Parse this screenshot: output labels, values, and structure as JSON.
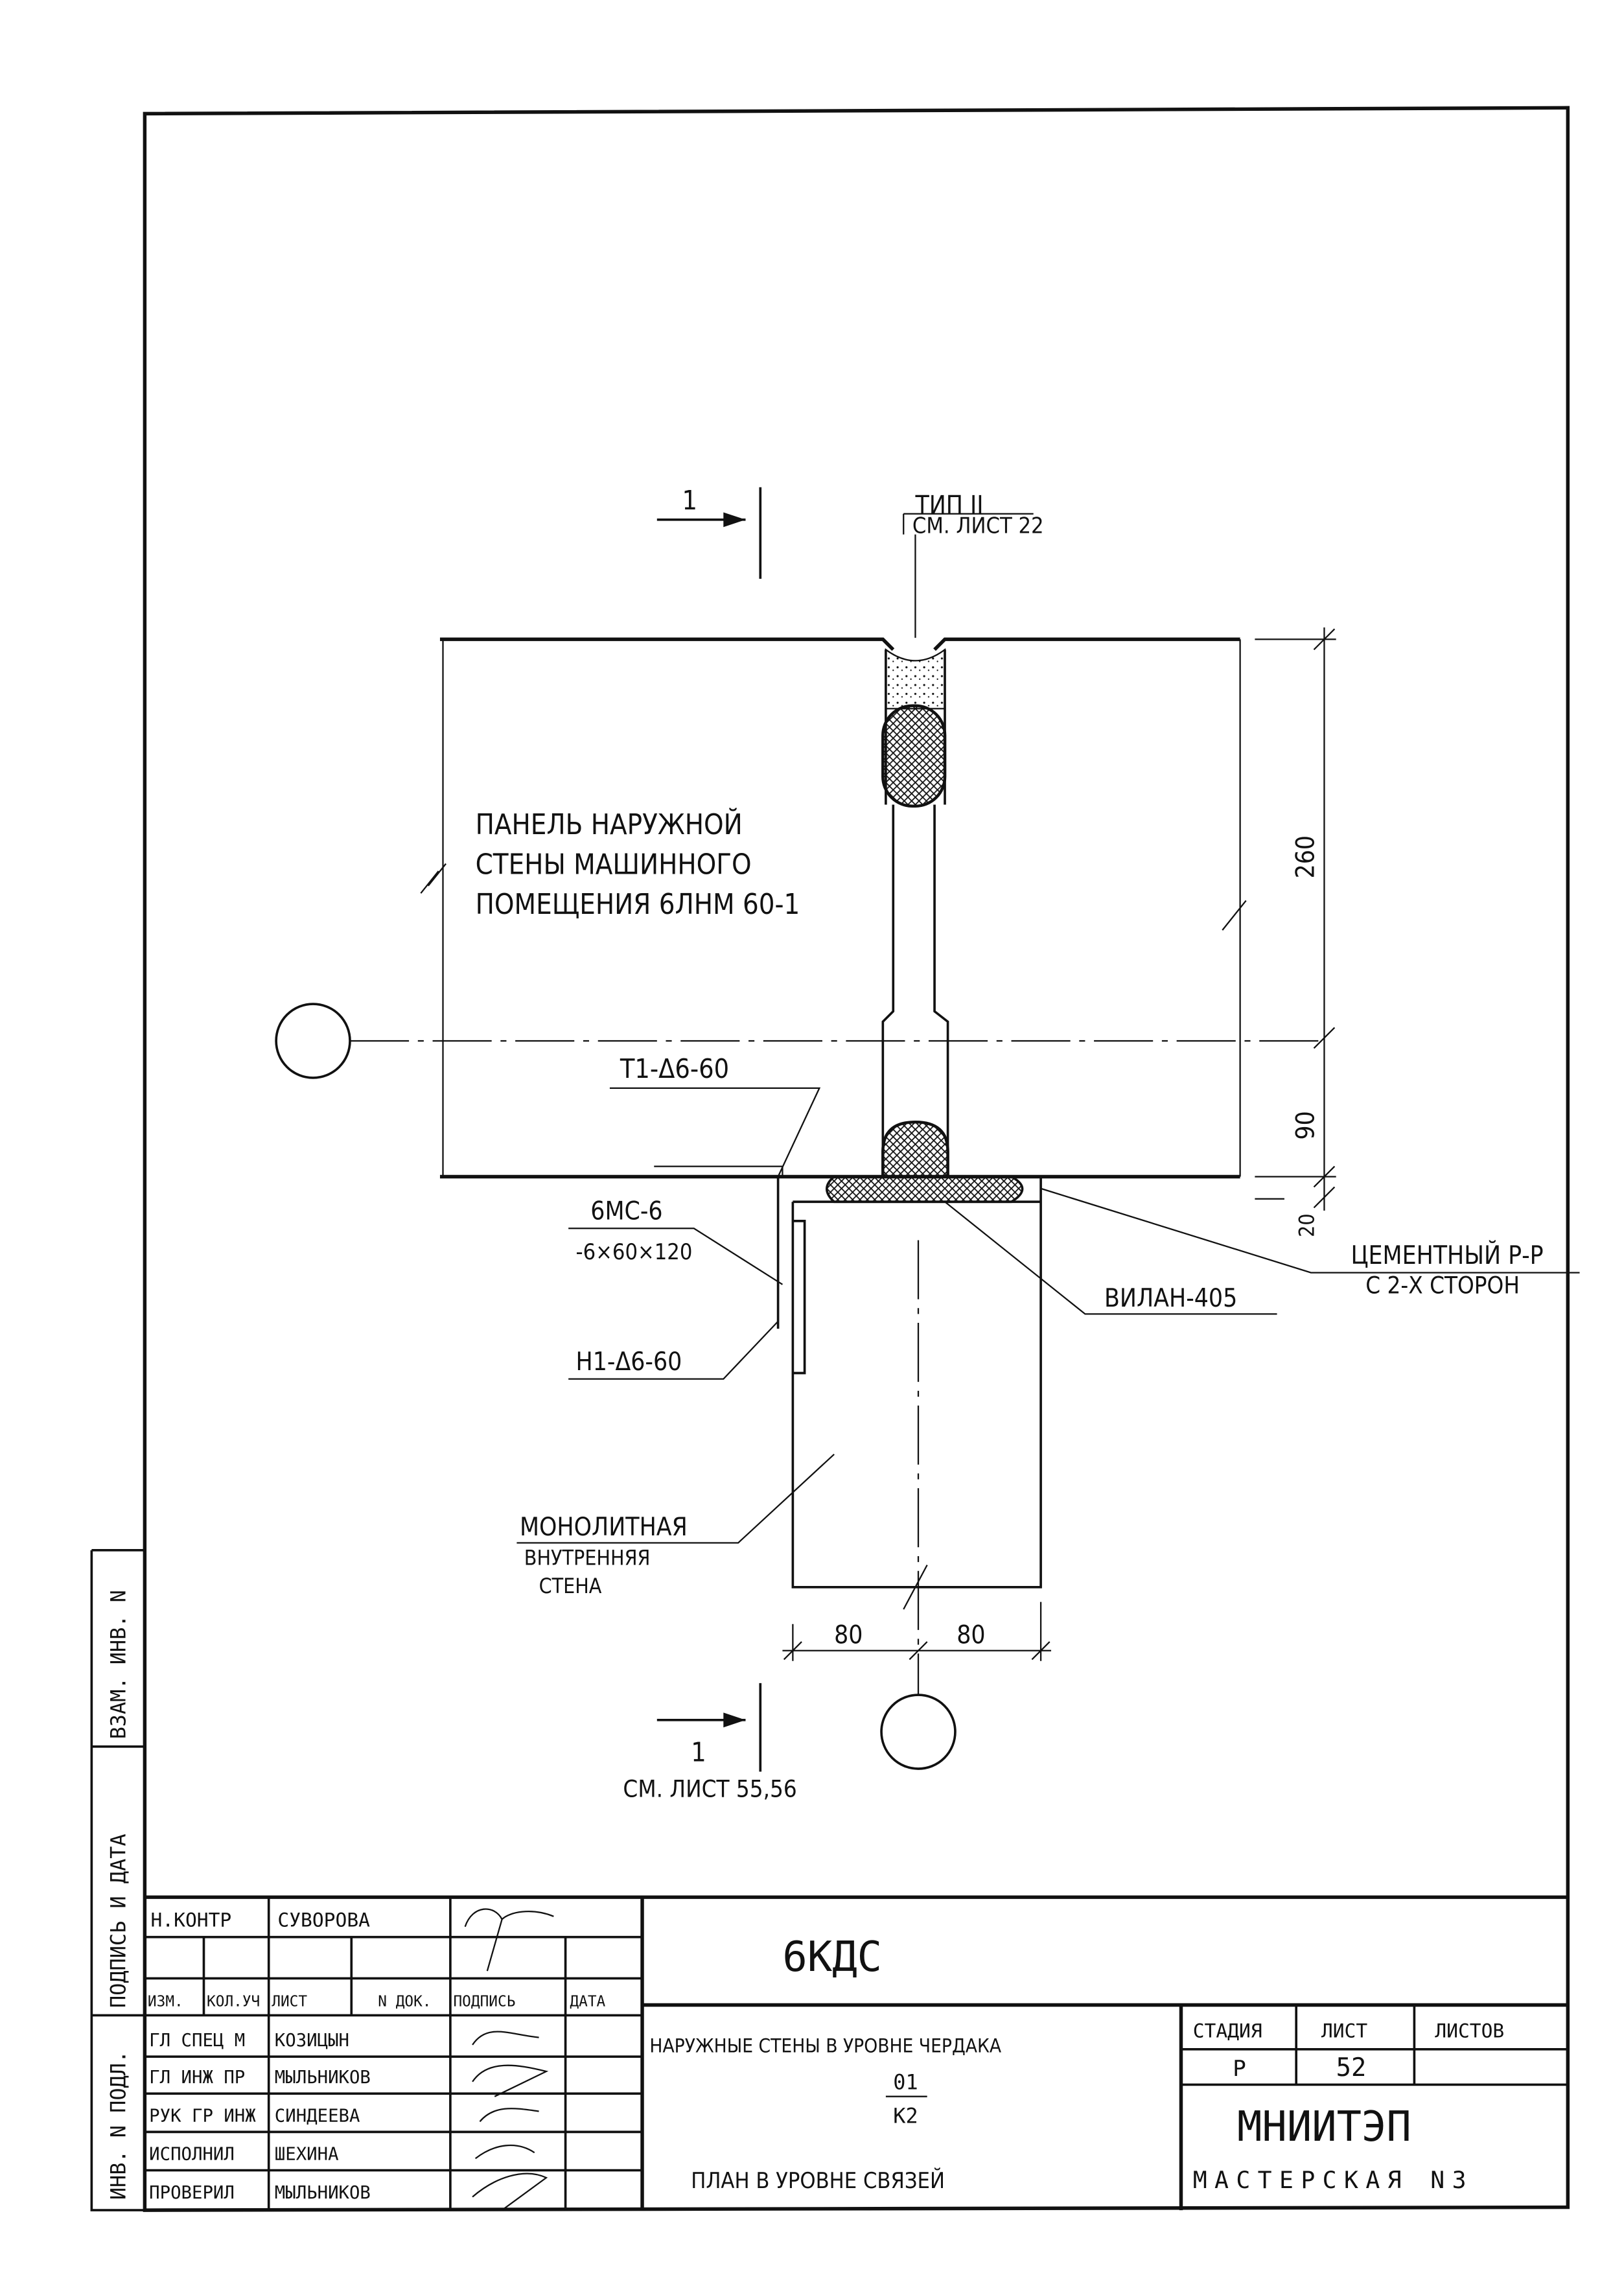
{
  "drawing": {
    "type_label": "ТИП II",
    "type_ref": "СМ. ЛИСТ 22",
    "section_top": "1",
    "section_bottom": "1",
    "section_bottom_ref": "СМ. ЛИСТ 55,56",
    "panel_note": [
      "ПАНЕЛЬ НАРУЖНОЙ",
      "СТЕНЫ МАШИННОГО",
      "ПОМЕЩЕНИЯ 6ЛНМ 60-1"
    ],
    "t1": "Т1-Δ6-60",
    "plate": [
      "6МС-6",
      "-6×60×120"
    ],
    "n1": "Н1-Δ6-60",
    "vilan": "ВИЛАН-405",
    "cement": [
      "ЦЕМЕНТНЫЙ Р-Р",
      "С 2-Х СТОРОН"
    ],
    "wall_note": [
      "МОНОЛИТНАЯ",
      "ВНУТРЕННЯЯ",
      "СТЕНА"
    ],
    "dims": {
      "d260": "260",
      "d90": "90",
      "d20": "20",
      "d80a": "80",
      "d80b": "80"
    }
  },
  "side_strip": [
    "ИНВ. N ПОДЛ.",
    "ПОДПИСЬ И ДАТА",
    "ВЗАМ. ИНВ. N"
  ],
  "title_block": {
    "n_kontr_role": "Н.КОНТР",
    "n_kontr_name": "СУВОРОВА",
    "headers": [
      "ИЗМ.",
      "КОЛ.УЧ",
      "ЛИСТ",
      "N ДОК.",
      "ПОДПИСЬ",
      "ДАТА"
    ],
    "rows": [
      {
        "role": "ГЛ СПЕЦ М",
        "name": "КОЗИЦЫН"
      },
      {
        "role": "ГЛ ИНЖ ПР",
        "name": "МЫЛЬНИКОВ"
      },
      {
        "role": "РУК ГР ИНЖ",
        "name": "СИНДЕЕВА"
      },
      {
        "role": "ИСПОЛНИЛ",
        "name": "ШЕХИНА"
      },
      {
        "role": "ПРОВЕРИЛ",
        "name": "МЫЛЬНИКОВ"
      }
    ],
    "code": "6КДС",
    "title": "НАРУЖНЫЕ СТЕНЫ В УРОВНЕ ЧЕРДАКА",
    "frac_top": "01",
    "frac_bottom": "К2",
    "subtitle": "ПЛАН В УРОВНЕ СВЯЗЕЙ",
    "stage_label": "СТАДИЯ",
    "sheet_label": "ЛИСТ",
    "sheets_label": "ЛИСТОВ",
    "stage": "Р",
    "sheet": "52",
    "org": "МНИИТЭП",
    "workshop": "МАСТЕРСКАЯ N3"
  }
}
